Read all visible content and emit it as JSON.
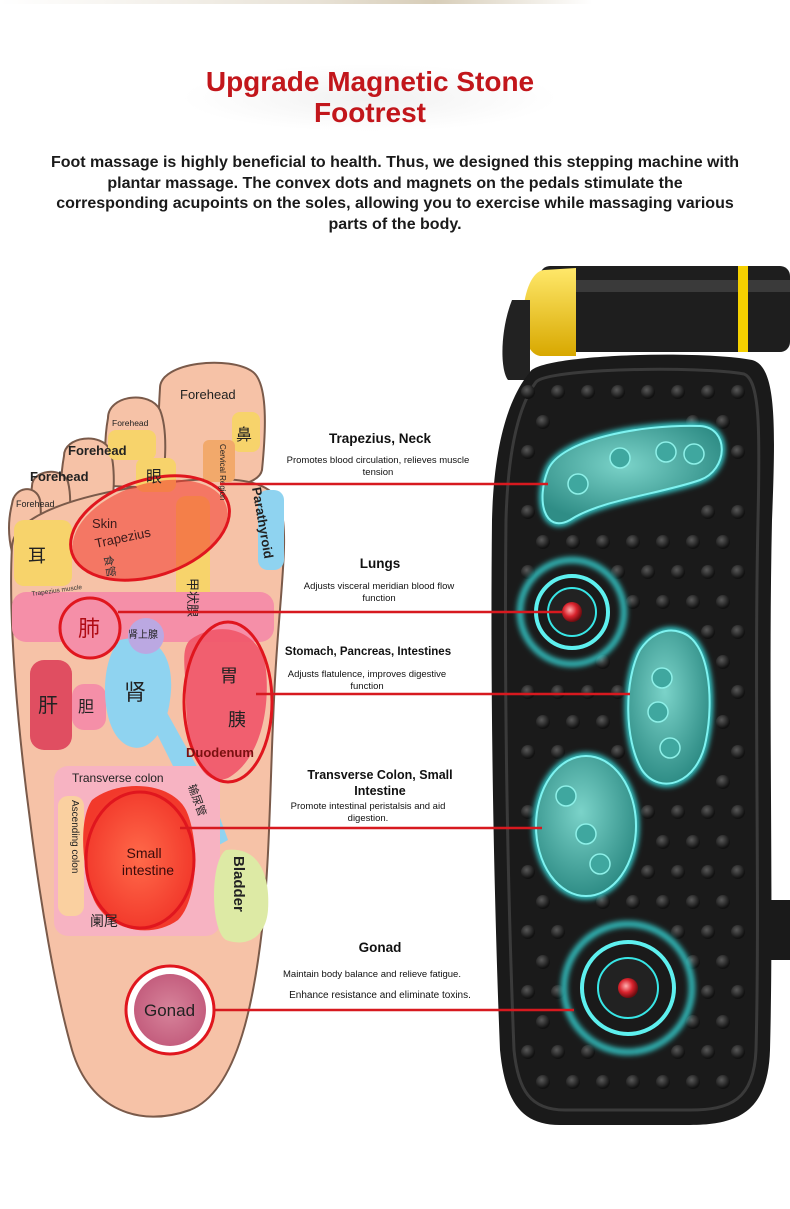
{
  "header": {
    "title_line1": "Upgrade Magnetic Stone",
    "title_line2": "Footrest",
    "intro": "Foot massage is highly beneficial to health. Thus, we designed this stepping machine with plantar massage. The convex dots and magnets on the pedals stimulate the corresponding acupoints on the soles, allowing you to exercise while massaging various parts of the body."
  },
  "callouts": [
    {
      "title": "Trapezius, Neck",
      "desc": "Promotes blood circulation, relieves muscle tension"
    },
    {
      "title": "Lungs",
      "desc": "Adjusts visceral meridian blood flow function"
    },
    {
      "title": "Stomach, Pancreas, Intestines",
      "desc": "Adjusts flatulence, improves digestive function"
    },
    {
      "title": "Transverse Colon, Small Intestine",
      "desc": "Promote intestinal peristalsis and aid digestion."
    },
    {
      "title": "Gonad",
      "desc": "Maintain body balance and relieve fatigue.",
      "desc2": "Enhance resistance and eliminate toxins."
    }
  ],
  "foot_map": {
    "forehead_big_toe": "Forehead",
    "forehead_toe2": "Forehead",
    "forehead_toe3": "Forehead",
    "forehead_toe4": "Forehead",
    "forehead_toe5": "Forehead",
    "nose": "鼻",
    "cervical": "Cervical Region",
    "eye": "眼",
    "ear": "耳",
    "skin": "Skin",
    "trapezius": "Trapezius",
    "trapezius_muscle": "Trapezius muscle",
    "parathyroid": "Parathyroid",
    "esophagus": "食管",
    "thyroid": "甲状腺",
    "lung": "肺",
    "adrenal": "肾上腺",
    "liver": "肝",
    "gallbladder": "胆",
    "kidney": "肾",
    "stomach": "胃",
    "pancreas": "胰",
    "duodenum": "Duodenum",
    "transverse_colon": "Transverse colon",
    "ascending_colon": "Ascending colon",
    "ureter": "输尿管",
    "small_intestine": "Small intestine",
    "bladder": "Bladder",
    "appendix": "阑尾",
    "gonad": "Gonad"
  },
  "colors": {
    "title_red": "#c2161b",
    "connector_red": "#d7191f",
    "pedal_black": "#1c1c1c",
    "magnet_teal": "#4fb6ad",
    "glow_cyan": "#38e6e6"
  }
}
